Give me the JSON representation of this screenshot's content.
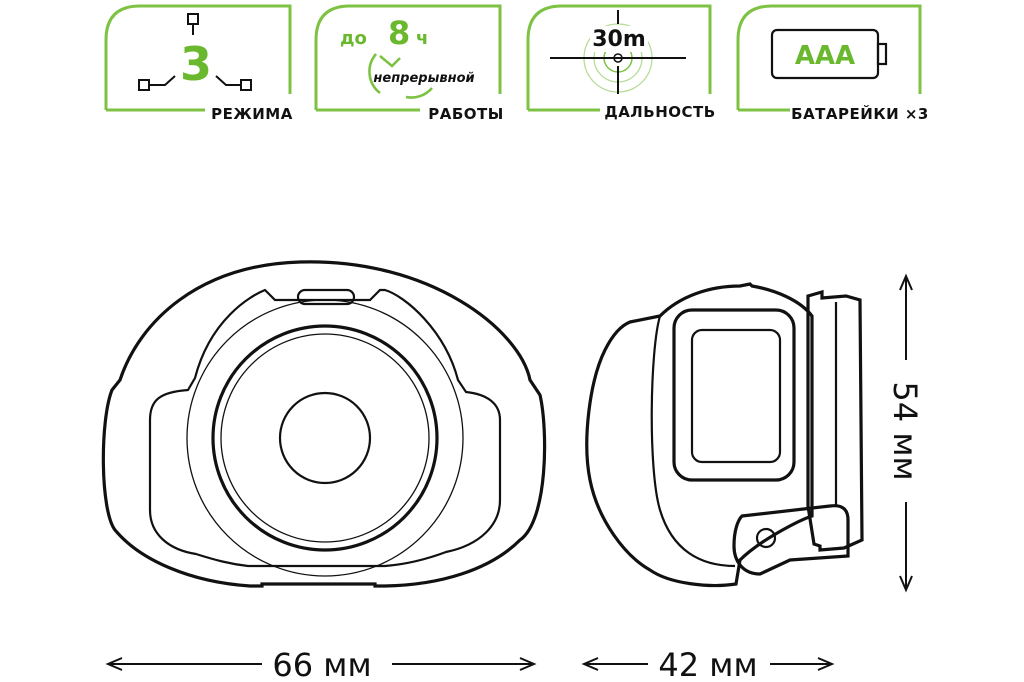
{
  "features": [
    {
      "id": "modes",
      "value": "3",
      "label": "РЕЖИМА"
    },
    {
      "id": "runtime",
      "prefix": "до",
      "value": "8",
      "unit": "ч",
      "sub": "непрерывной",
      "label": "РАБОТЫ"
    },
    {
      "id": "range",
      "value": "30m",
      "label": "ДАЛЬНОСТЬ"
    },
    {
      "id": "battery",
      "value": "AAA",
      "label": "БАТАРЕЙКИ ×3"
    }
  ],
  "dimensions": {
    "width": "66 мм",
    "depth": "42 мм",
    "height": "54 мм"
  },
  "colors": {
    "accent": "#7dc243",
    "accent_text": "#6ab82e",
    "line": "#111111"
  },
  "icons": [
    "modes-icon",
    "clock-icon",
    "crosshair-icon",
    "battery-icon"
  ]
}
